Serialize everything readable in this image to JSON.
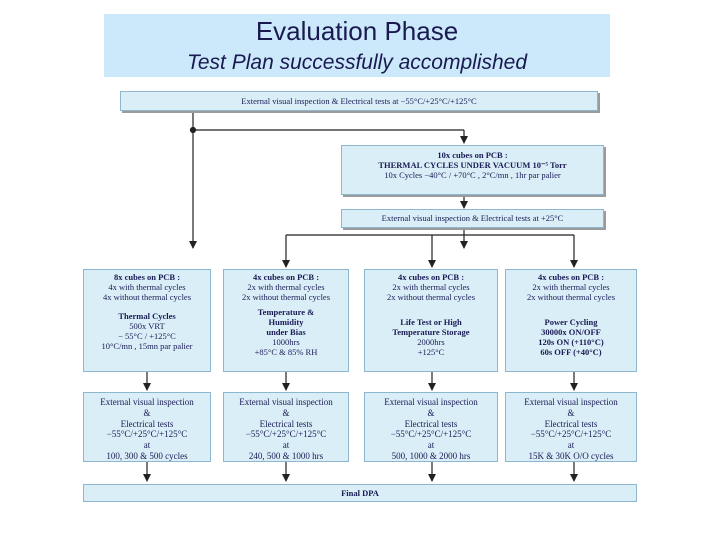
{
  "header": {
    "title": "Evaluation Phase",
    "subtitle": "Test Plan successfully accomplished"
  },
  "top_box": {
    "text": "External visual inspection & Electrical tests at −55°C/+25°C/+125°C"
  },
  "vacuum_box": {
    "line1": "10x cubes on PCB :",
    "line2": "THERMAL CYCLES UNDER VACUUM 10⁻⁵ Torr",
    "line3": "10x Cycles −40°C / +70°C , 2°C/mn , 1hr par palier"
  },
  "inspection_25_box": {
    "text": "External visual inspection & Electrical tests at +25°C"
  },
  "test_boxes": [
    {
      "title": "8x cubes on PCB :",
      "sub1": "4x with thermal cycles",
      "sub2": "4x without thermal cycles",
      "test": [
        "Thermal Cycles",
        "500x VRT",
        "− 55°C / +125°C",
        "10°C/mn , 15mn par palier"
      ]
    },
    {
      "title": "4x cubes on PCB :",
      "sub1": "2x with thermal cycles",
      "sub2": "2x without thermal cycles",
      "test": [
        "Temperature &",
        "Humidity",
        "under Bias",
        "1000hrs",
        "+85°C & 85% RH"
      ]
    },
    {
      "title": "4x cubes on PCB :",
      "sub1": "2x with thermal cycles",
      "sub2": "2x without thermal cycles",
      "test": [
        "Life Test or High",
        "Temperature Storage",
        "2000hrs",
        "+125°C"
      ]
    },
    {
      "title": "4x cubes on PCB :",
      "sub1": "2x with thermal cycles",
      "sub2": "2x without thermal cycles",
      "test": [
        "Power Cycling",
        "30000x ON/OFF",
        "120s ON (+110°C)",
        "60s OFF (+40°C)"
      ]
    }
  ],
  "inspection_boxes": [
    {
      "lines": [
        "External visual inspection",
        "&",
        "Electrical tests",
        "−55°C/+25°C/+125°C",
        "at",
        "100, 300 & 500 cycles"
      ]
    },
    {
      "lines": [
        "External visual inspection",
        "&",
        "Electrical tests",
        "−55°C/+25°C/+125°C",
        "at",
        "240, 500 & 1000 hrs"
      ]
    },
    {
      "lines": [
        "External visual inspection",
        "&",
        "Electrical tests",
        "−55°C/+25°C/+125°C",
        "at",
        "500, 1000 & 2000 hrs"
      ]
    },
    {
      "lines": [
        "External visual inspection",
        "&",
        "Electrical tests",
        "−55°C/+25°C/+125°C",
        "at",
        "15K & 30K O/O cycles"
      ]
    }
  ],
  "final_box": {
    "text": "Final DPA"
  }
}
